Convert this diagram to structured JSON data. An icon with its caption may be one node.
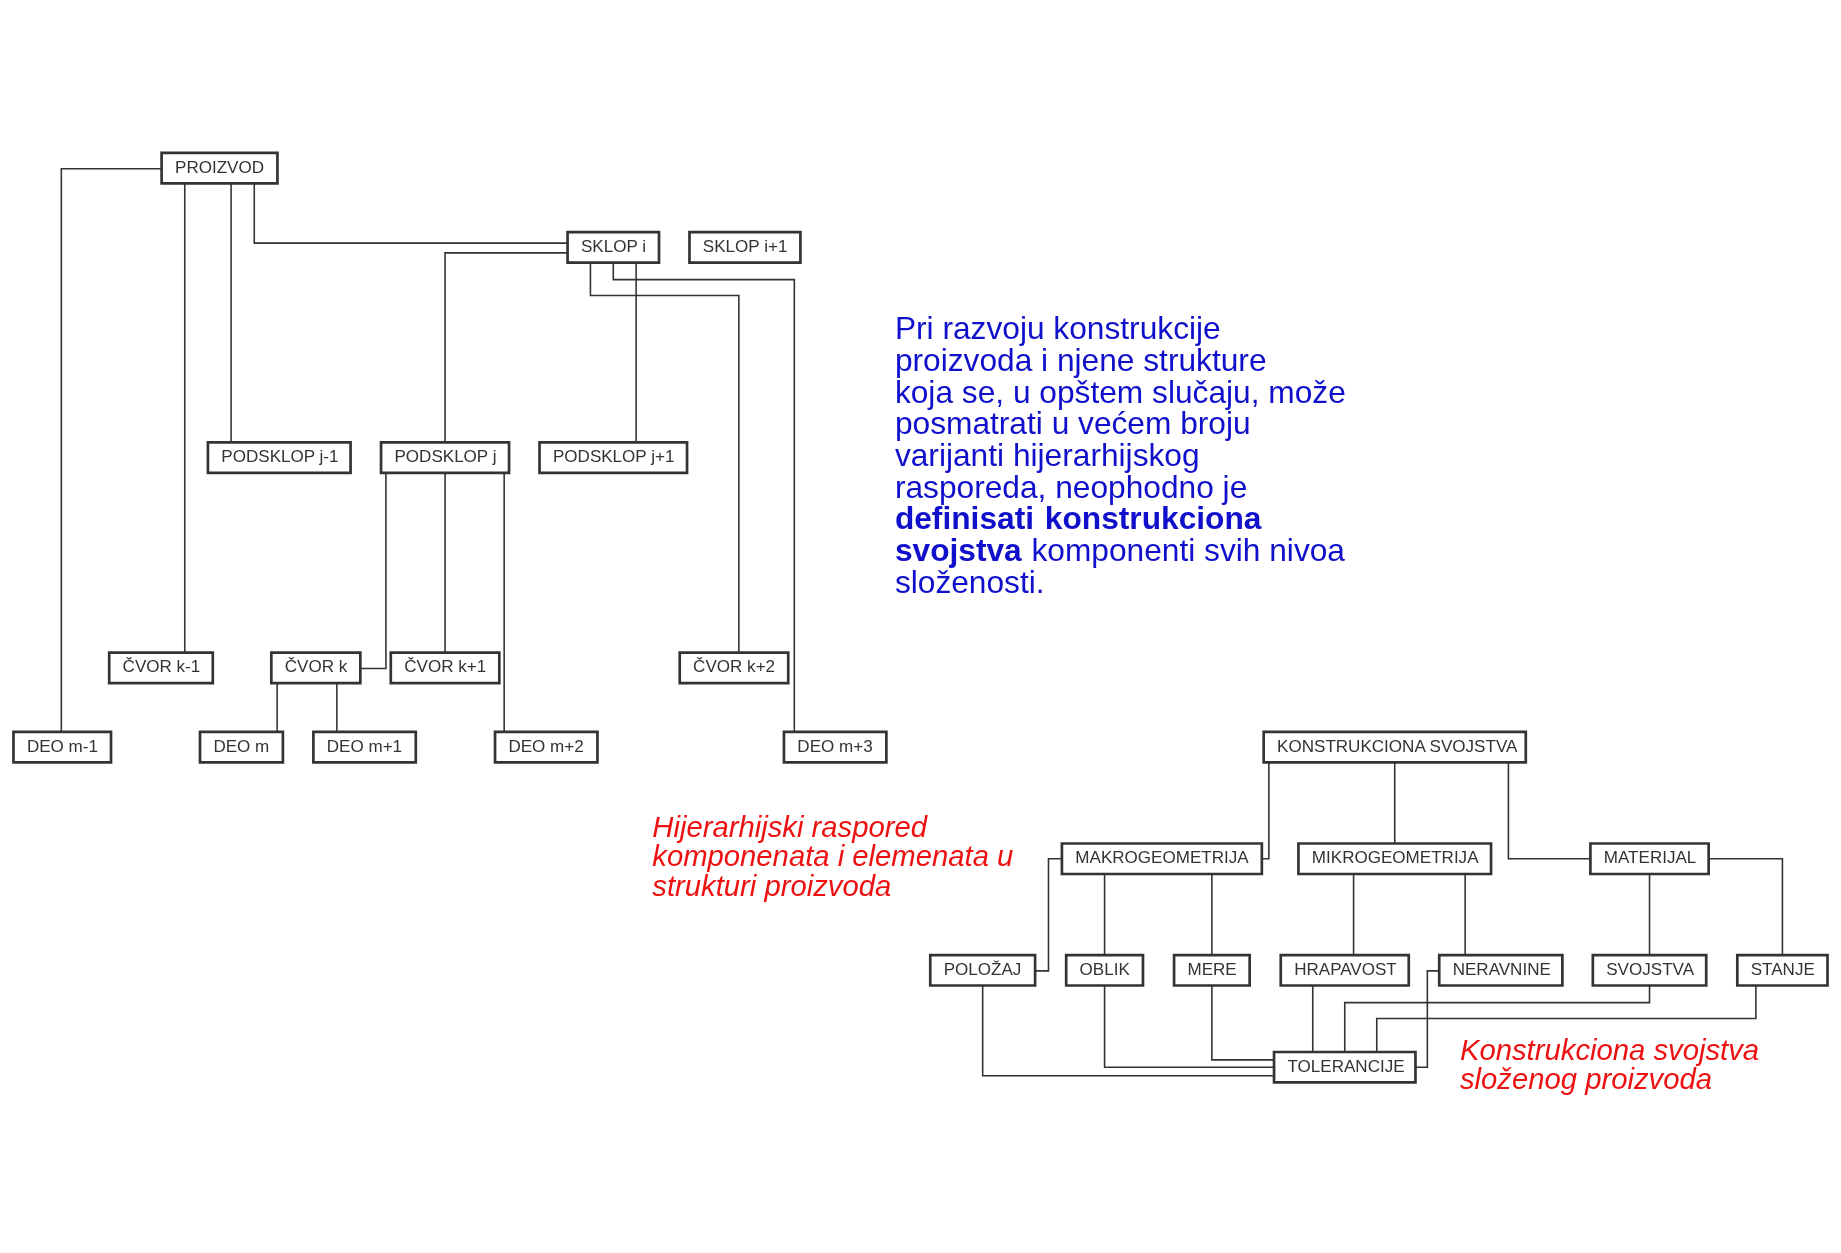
{
  "diagram": {
    "nodes": [
      {
        "text": [
          "PROIZVOD"
        ]
      },
      {
        "text": [
          "SKLOP i"
        ]
      },
      {
        "text": [
          "SKLOP i+1"
        ]
      },
      {
        "text": [
          "PODSKLOP j-1"
        ]
      },
      {
        "text": [
          "PODSKLOP j"
        ]
      },
      {
        "text": [
          "PODSKLOP j+1"
        ]
      },
      {
        "text": [
          "ČVOR k-1"
        ]
      },
      {
        "text": [
          "ČVOR k"
        ]
      },
      {
        "text": [
          "ČVOR k+1"
        ]
      },
      {
        "text": [
          "ČVOR k+2"
        ]
      },
      {
        "text": [
          "DEO m-1"
        ]
      },
      {
        "text": [
          "DEO m"
        ]
      },
      {
        "text": [
          "DEO m+1"
        ]
      },
      {
        "text": [
          "DEO m+2"
        ]
      },
      {
        "text": [
          "DEO m+3"
        ]
      },
      {
        "text": [
          "KONSTRUKCIONA SVOJSTVA"
        ]
      },
      {
        "text": [
          "MAKROGEOMETRIJA"
        ]
      },
      {
        "text": [
          "MIKROGEOMETRIJA"
        ]
      },
      {
        "text": [
          "MATERIJAL"
        ]
      },
      {
        "text": [
          "POLOŽAJ"
        ]
      },
      {
        "text": [
          "OBLIK"
        ]
      },
      {
        "text": [
          "MERE"
        ]
      },
      {
        "text": [
          "HRAPAVOST"
        ]
      },
      {
        "text": [
          "NERAVNINE"
        ]
      },
      {
        "text": [
          "SVOJSTVA"
        ]
      },
      {
        "text": [
          "STANJE"
        ]
      },
      {
        "text": [
          "TOLERANCIJE"
        ]
      }
    ],
    "edges": [
      {
        "from": 0,
        "to": 10,
        "arrow": "none"
      },
      {
        "from": 0,
        "to": 6,
        "arrow": "none"
      },
      {
        "from": 0,
        "to": 3,
        "arrow": "none"
      },
      {
        "from": 0,
        "to": 1,
        "arrow": "none"
      },
      {
        "from": 1,
        "to": 4,
        "arrow": "none"
      },
      {
        "from": 1,
        "to": 5,
        "arrow": "none"
      },
      {
        "from": 1,
        "to": 9,
        "arrow": "none"
      },
      {
        "from": 1,
        "to": 14,
        "arrow": "none"
      },
      {
        "from": 4,
        "to": 7,
        "arrow": "none"
      },
      {
        "from": 4,
        "to": 8,
        "arrow": "none"
      },
      {
        "from": 4,
        "to": 13,
        "arrow": "none"
      },
      {
        "from": 7,
        "to": 11,
        "arrow": "none"
      },
      {
        "from": 7,
        "to": 12,
        "arrow": "none"
      },
      {
        "from": 15,
        "to": 16,
        "arrow": "none"
      },
      {
        "from": 15,
        "to": 17,
        "arrow": "none"
      },
      {
        "from": 15,
        "to": 18,
        "arrow": "none"
      },
      {
        "from": 16,
        "to": 19,
        "arrow": "none"
      },
      {
        "from": 16,
        "to": 20,
        "arrow": "none"
      },
      {
        "from": 16,
        "to": 21,
        "arrow": "none"
      },
      {
        "from": 17,
        "to": 22,
        "arrow": "none"
      },
      {
        "from": 17,
        "to": 23,
        "arrow": "none"
      },
      {
        "from": 18,
        "to": 24,
        "arrow": "none"
      },
      {
        "from": 18,
        "to": 25,
        "arrow": "none"
      },
      {
        "from": 19,
        "to": 26,
        "arrow": "none"
      },
      {
        "from": 20,
        "to": 26,
        "arrow": "none"
      },
      {
        "from": 21,
        "to": 26,
        "arrow": "none"
      },
      {
        "from": 22,
        "to": 26,
        "arrow": "none"
      },
      {
        "from": 23,
        "to": 26,
        "arrow": "none"
      },
      {
        "from": 24,
        "to": 26,
        "arrow": "none"
      },
      {
        "from": 25,
        "to": 26,
        "arrow": "none"
      }
    ],
    "labels": [
      "Pri razvoju konstrukcije proizvoda i njene strukture koja se, u opštem slučaju, može posmatrati u većem broju varijanti hijerarhijskog rasporeda, neophodno je **definisati konstrukciona svojstva** komponenti svih nivoa složenosti.",
      "Hijerarhijski raspored komponenata i elemenata u strukturi proizvoda",
      "Konstrukciona svojstva složenog proizvoda"
    ]
  }
}
